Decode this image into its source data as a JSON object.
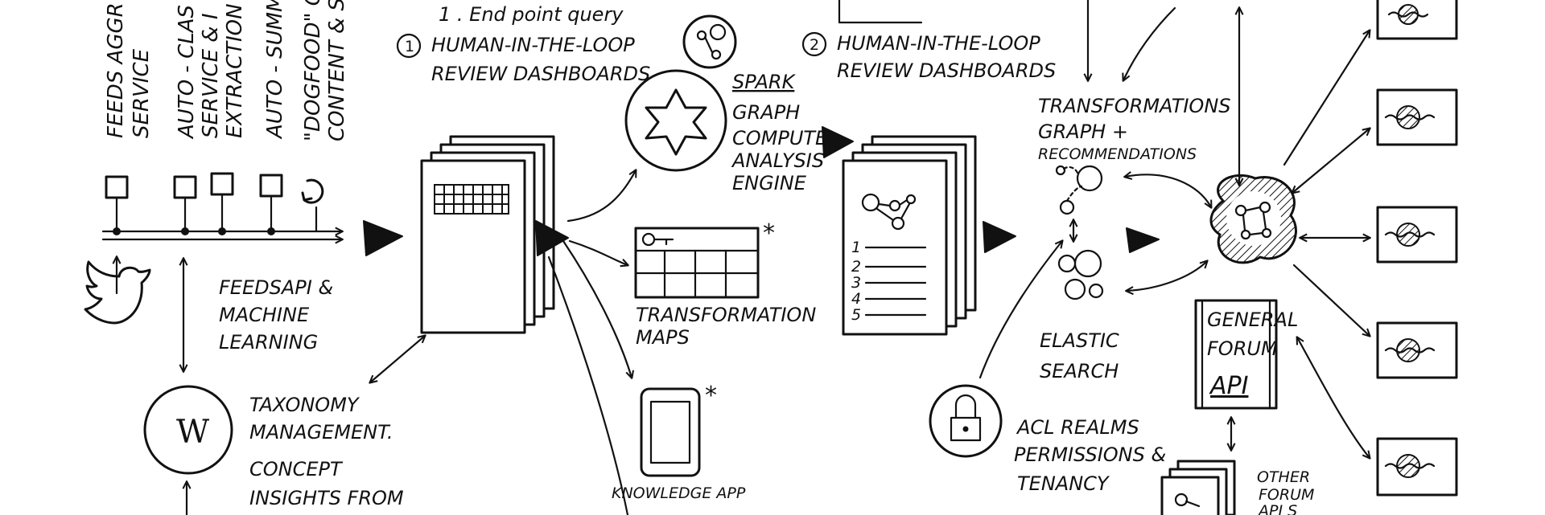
{
  "diagram": {
    "top_labels": [
      "FEEDS AGGR",
      "SERVICE",
      "AUTO - CLAS",
      "SERVICE & I",
      "EXTRACTION",
      "AUTO - SUMMA",
      "\"DOGFOOD\" OU",
      "CONTENT & SEA"
    ],
    "step1": {
      "header": "1 . End point query",
      "num": "1",
      "line1": "HUMAN-IN-THE-LOOP",
      "line2": "REVIEW DASHBOARDS"
    },
    "step2": {
      "num": "2",
      "line1": "HUMAN-IN-THE-LOOP",
      "line2": "REVIEW DASHBOARDS"
    },
    "feedsapi": [
      "FEEDSAPI &",
      "MACHINE",
      "LEARNING"
    ],
    "taxonomy": [
      "TAXONOMY",
      "MANAGEMENT.",
      "CONCEPT",
      "INSIGHTS FROM"
    ],
    "wiki_letter": "W",
    "spark": [
      "SPARK",
      "GRAPH",
      "COMPUTE",
      "ANALYSIS",
      "ENGINE"
    ],
    "transformation_maps": [
      "TRANSFORMATION",
      "MAPS"
    ],
    "knowledge_app": "KNOWLEDGE APP",
    "asterisk": "*",
    "list_numbers": [
      "1",
      "2",
      "3",
      "4",
      "5"
    ],
    "transformations": [
      "TRANSFORMATIONS",
      "GRAPH +",
      "RECOMMENDATIONS"
    ],
    "elastic": [
      "ELASTIC",
      "SEARCH"
    ],
    "acl": [
      "ACL  REALMS",
      "PERMISSIONS &",
      "TENANCY"
    ],
    "general_forum": [
      "GENERAL",
      "FORUM",
      "API"
    ],
    "other_forum": [
      "OTHER",
      "FORUM",
      "API S"
    ]
  }
}
